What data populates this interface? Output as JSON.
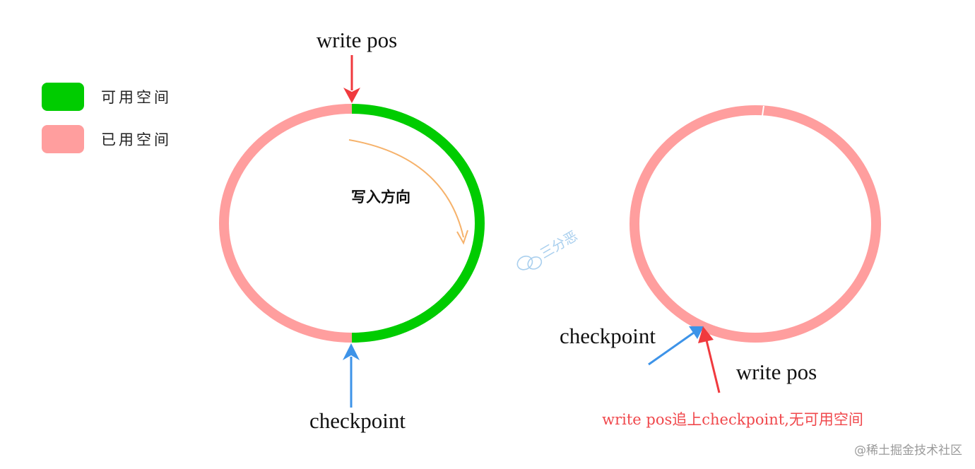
{
  "legend": {
    "available": {
      "label": "可用空间",
      "color": "#00cc00"
    },
    "used": {
      "label": "已用空间",
      "color": "#ff9e9e"
    }
  },
  "left_diagram": {
    "write_pos_label": "write pos",
    "checkpoint_label": "checkpoint",
    "direction_label": "写入方向"
  },
  "right_diagram": {
    "checkpoint_label": "checkpoint",
    "write_pos_label": "write pos",
    "caption": "write pos追上checkpoint,无可用空间"
  },
  "colors": {
    "write_arrow": "#f03a3e",
    "checkpoint_arrow": "#3d93e8",
    "direction_arrow": "#f6b26b",
    "caption": "#f0484c"
  },
  "watermark_center": "三分恶",
  "watermark_corner": "@稀土掘金技术社区"
}
